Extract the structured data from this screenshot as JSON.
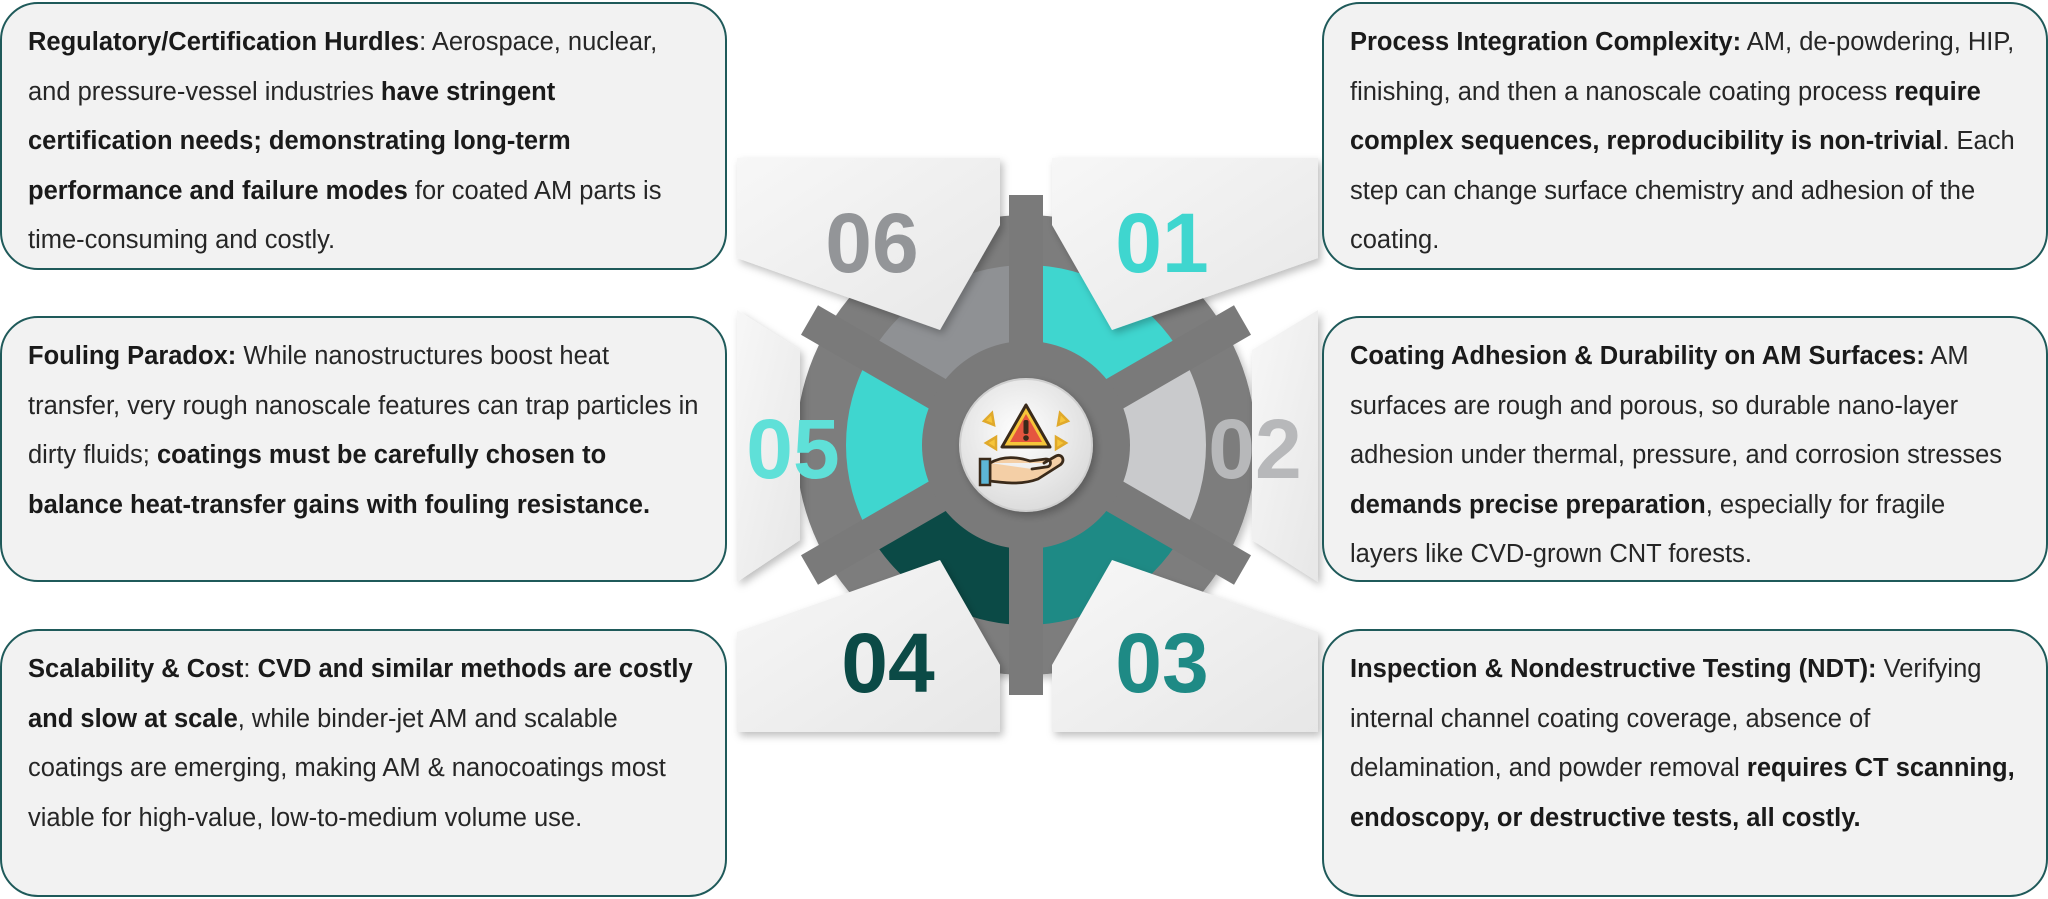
{
  "colors": {
    "teal_light": "#3fd6cf",
    "teal_medium": "#1e8a85",
    "teal_dark": "#0b4a46",
    "gray_number": "#939598",
    "gray_light_number": "#b7b8ba",
    "spoke": "#7a7a7a",
    "card_border": "#1f5a5a",
    "card_fill": "#f2f2f2"
  },
  "center_icon": "hand-warning-icon",
  "segments": [
    {
      "number": "01"
    },
    {
      "number": "02"
    },
    {
      "number": "03"
    },
    {
      "number": "04"
    },
    {
      "number": "05"
    },
    {
      "number": "06"
    }
  ],
  "cards": [
    {
      "id": "01",
      "runs": [
        {
          "text": "Process Integration Complexity:",
          "bold": true
        },
        {
          "text": " AM, de-powdering, HIP, finishing, and then a nanoscale coating process ",
          "bold": false
        },
        {
          "text": "require complex sequences, reproducibility is non-trivial",
          "bold": true
        },
        {
          "text": ". Each step can change surface chemistry and adhesion of the coating.",
          "bold": false
        }
      ]
    },
    {
      "id": "02",
      "runs": [
        {
          "text": "Coating Adhesion & Durability on AM Surfaces:",
          "bold": true
        },
        {
          "text": " AM surfaces are rough and porous, so durable nano-layer adhesion under thermal, pressure, and corrosion stresses ",
          "bold": false
        },
        {
          "text": "demands precise preparation",
          "bold": true
        },
        {
          "text": ", especially for fragile layers like CVD-grown CNT forests.",
          "bold": false
        }
      ]
    },
    {
      "id": "03",
      "runs": [
        {
          "text": "Inspection & Nondestructive Testing (NDT):",
          "bold": true
        },
        {
          "text": " Verifying internal channel coating coverage, absence of delamination, and powder removal ",
          "bold": false
        },
        {
          "text": "requires CT scanning, endoscopy, or destructive tests, all costly.",
          "bold": true
        }
      ]
    },
    {
      "id": "04",
      "runs": [
        {
          "text": "Scalability & Cost",
          "bold": true
        },
        {
          "text": ": ",
          "bold": false
        },
        {
          "text": "CVD and similar methods are costly and slow at scale",
          "bold": true
        },
        {
          "text": ", while binder-jet AM and scalable coatings are emerging, making AM & nanocoatings most viable for high-value, low-to-medium volume use.",
          "bold": false
        }
      ]
    },
    {
      "id": "05",
      "runs": [
        {
          "text": "Fouling Paradox:",
          "bold": true
        },
        {
          "text": " While nanostructures boost heat transfer, very rough nanoscale features can trap particles in dirty fluids; ",
          "bold": false
        },
        {
          "text": "coatings must be carefully chosen to balance heat-transfer gains with fouling resistance.",
          "bold": true
        }
      ]
    },
    {
      "id": "06",
      "runs": [
        {
          "text": "Regulatory/Certification Hurdles",
          "bold": true
        },
        {
          "text": ": Aerospace, nuclear, and pressure-vessel industries ",
          "bold": false
        },
        {
          "text": "have stringent certification needs; demonstrating long-term performance and failure modes",
          "bold": true
        },
        {
          "text": " for coated AM parts is time-consuming and costly.",
          "bold": false
        }
      ]
    }
  ]
}
